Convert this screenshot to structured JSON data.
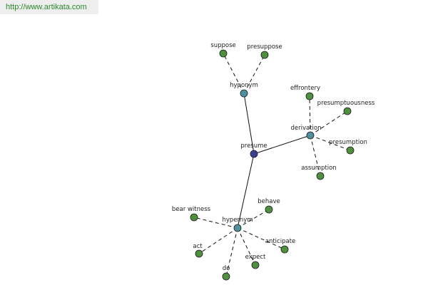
{
  "header": {
    "url": "http://www.artikata.com"
  },
  "colors": {
    "center": "#3f3f8f",
    "relation": "#4f8f9f",
    "leaf": "#4f8f3f",
    "edge": "#111111",
    "watermark_text": "#2a8a2a"
  },
  "graph": {
    "center": {
      "id": "presume",
      "label": "presume"
    },
    "relations": [
      {
        "id": "hyponym",
        "label": "hyponym",
        "children": [
          {
            "id": "suppose",
            "label": "suppose"
          },
          {
            "id": "presuppose",
            "label": "presuppose"
          }
        ]
      },
      {
        "id": "derivation",
        "label": "derivation",
        "children": [
          {
            "id": "effrontery",
            "label": "effrontery"
          },
          {
            "id": "presumptuousness",
            "label": "presumptuousness"
          },
          {
            "id": "presumption",
            "label": "presumption"
          },
          {
            "id": "assumption",
            "label": "assumption"
          }
        ]
      },
      {
        "id": "hypernym",
        "label": "hypernym",
        "children": [
          {
            "id": "bear-witness",
            "label": "bear witness"
          },
          {
            "id": "behave",
            "label": "behave"
          },
          {
            "id": "anticipate",
            "label": "anticipate"
          },
          {
            "id": "expect",
            "label": "expect"
          },
          {
            "id": "do",
            "label": "do"
          },
          {
            "id": "act",
            "label": "act"
          }
        ]
      }
    ]
  }
}
